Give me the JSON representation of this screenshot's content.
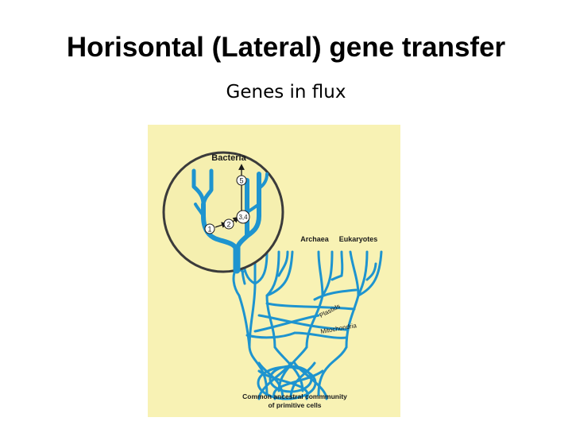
{
  "slide": {
    "title": "Horisontal (Lateral) gene transfer",
    "subtitle": "Genes in flux"
  },
  "figure": {
    "background_color": "#f8f2b4",
    "branch_color": "#1e94cf",
    "inset_fill": "#f5efaf",
    "labels": {
      "bacteria": "Bacteria",
      "archaea": "Archaea",
      "eukaryotes": "Eukaryotes",
      "plastids": "Plastids",
      "mitochondria": "Mitochondria",
      "root_line1": "Common ancestral commmunity",
      "root_line2": "of primitive cells"
    },
    "markers": [
      "1",
      "2",
      "3,4",
      "5"
    ]
  }
}
